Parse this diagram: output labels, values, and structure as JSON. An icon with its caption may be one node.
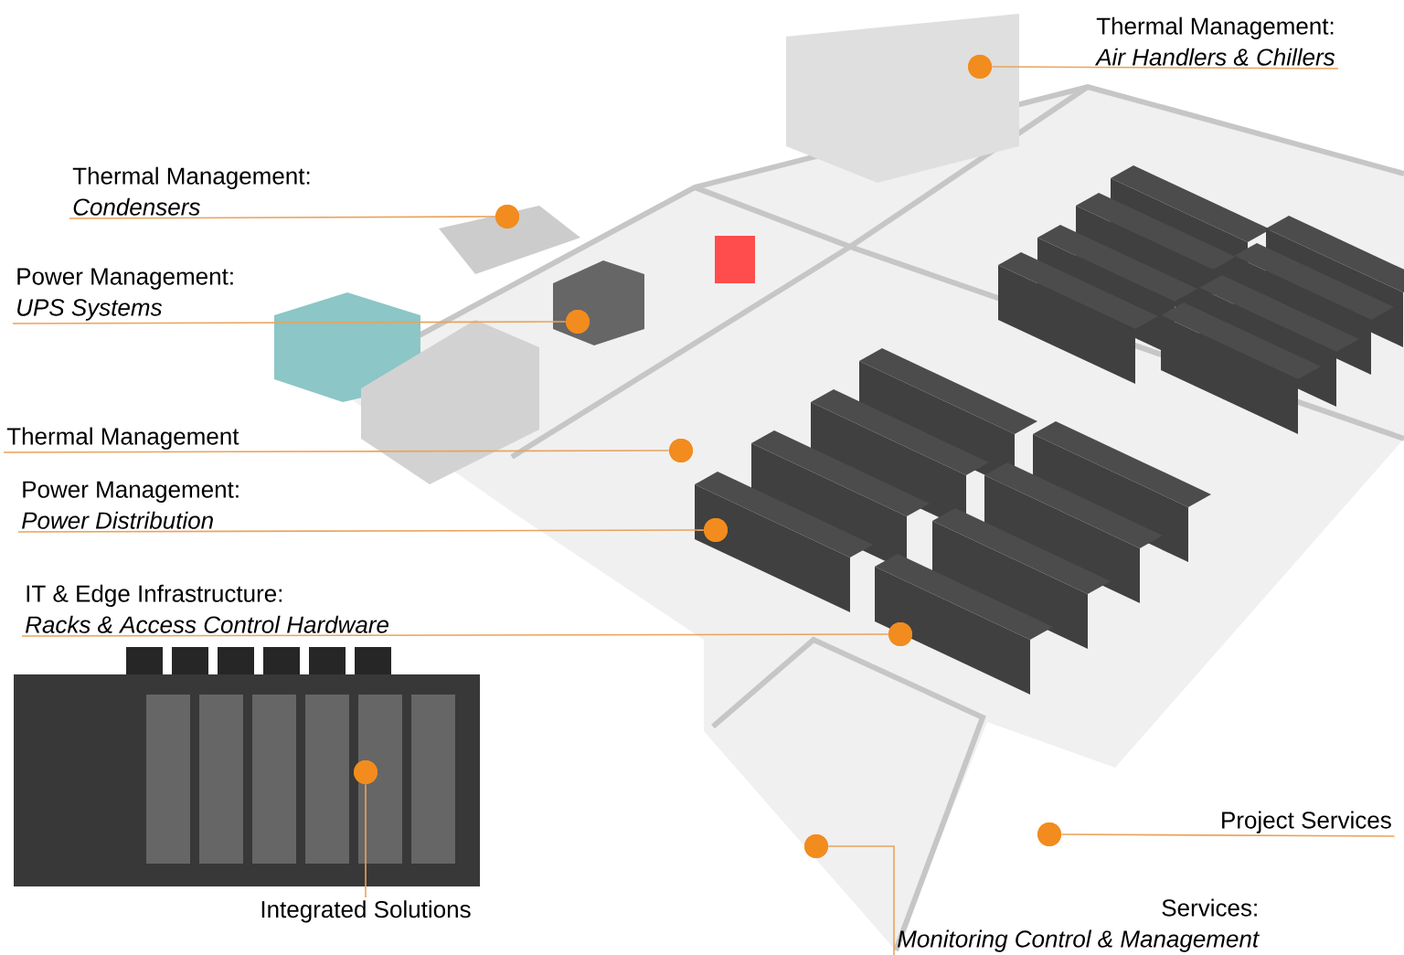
{
  "diagram": {
    "nodes": [
      {
        "text": [
          "Thermal Management:",
          "Air Handlers & Chillers"
        ]
      },
      {
        "text": [],
        "shape": "circle"
      },
      {
        "text": [
          "Thermal Management:",
          "Condensers"
        ]
      },
      {
        "text": [],
        "shape": "circle"
      },
      {
        "text": [
          "Power Management:",
          "UPS Systems"
        ]
      },
      {
        "text": [],
        "shape": "circle"
      },
      {
        "text": [
          "Thermal Management"
        ]
      },
      {
        "text": [],
        "shape": "circle"
      },
      {
        "text": [
          "Power Management:",
          "Power Distribution"
        ]
      },
      {
        "text": [],
        "shape": "circle"
      },
      {
        "text": [
          "IT & Edge Infrastructure:",
          "Racks & Access Control Hardware"
        ]
      },
      {
        "text": [],
        "shape": "circle"
      },
      {
        "text": [
          "Integrated Solutions"
        ]
      },
      {
        "text": [],
        "shape": "circle"
      },
      {
        "text": [
          "Project Services"
        ]
      },
      {
        "text": [],
        "shape": "circle"
      },
      {
        "text": [
          "Services:",
          "Monitoring Control & Management"
        ]
      },
      {
        "text": [],
        "shape": "circle"
      }
    ],
    "edges": [
      {
        "from": 0,
        "to": 1,
        "arrow": "none"
      },
      {
        "from": 2,
        "to": 3,
        "arrow": "none"
      },
      {
        "from": 4,
        "to": 5,
        "arrow": "none"
      },
      {
        "from": 6,
        "to": 7,
        "arrow": "none"
      },
      {
        "from": 8,
        "to": 9,
        "arrow": "none"
      },
      {
        "from": 10,
        "to": 11,
        "arrow": "none"
      },
      {
        "from": 12,
        "to": 13,
        "arrow": "none"
      },
      {
        "from": 14,
        "to": 15,
        "arrow": "none"
      },
      {
        "from": 16,
        "to": 17,
        "arrow": "none"
      }
    ]
  }
}
